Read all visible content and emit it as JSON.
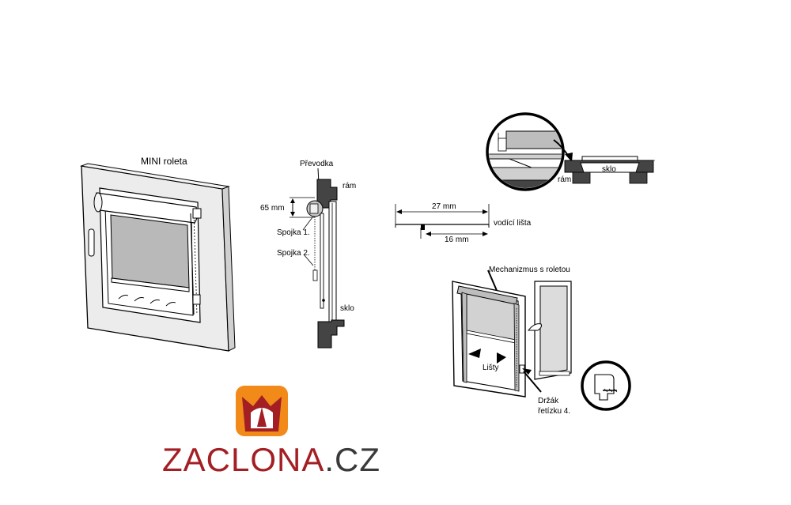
{
  "mini_roleta": {
    "title": "MINI roleta"
  },
  "side_section": {
    "prevodka": "Převodka",
    "ram": "rám",
    "dimension_65": "65 mm",
    "spojka1": "Spojka 1.",
    "spojka2": "Spojka 2.",
    "sklo": "sklo"
  },
  "rail": {
    "dim_27": "27 mm",
    "dim_16": "16 mm",
    "label": "vodící lišta"
  },
  "detail": {
    "sklo": "sklo",
    "ram": "rám"
  },
  "install": {
    "mechanism": "Mechanizmus s roletou",
    "listy": "Lišty",
    "holder_line1": "Držák",
    "holder_line2": "řetízku 4."
  },
  "brand": {
    "name": "ZACLONA",
    "suffix": ".CZ",
    "colors": {
      "red": "#a31f24",
      "orange": "#f28a1a",
      "gray": "#3a3a3a"
    }
  }
}
